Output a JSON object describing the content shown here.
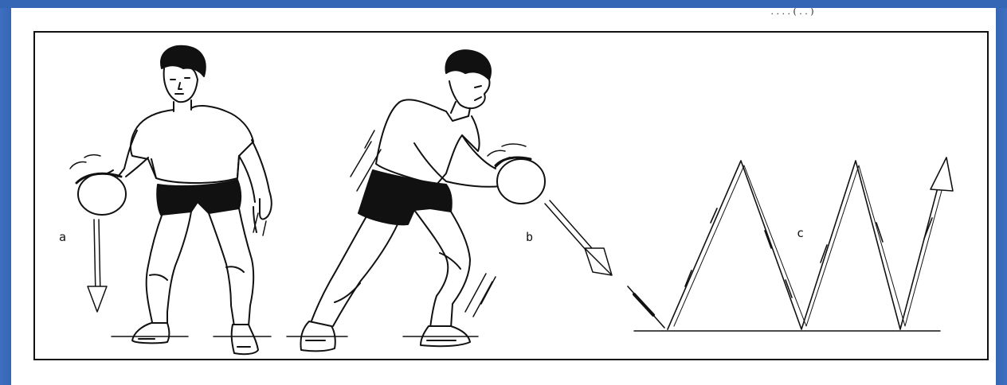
{
  "header_fragment": "̧ . . . .  ( . . )",
  "panels": [
    {
      "id": "a",
      "label": "a"
    },
    {
      "id": "b",
      "label": "b"
    },
    {
      "id": "c",
      "label": "c"
    }
  ],
  "colors": {
    "slide_background": "#2a55a3",
    "paper": "#ffffff",
    "ink": "#111111"
  }
}
